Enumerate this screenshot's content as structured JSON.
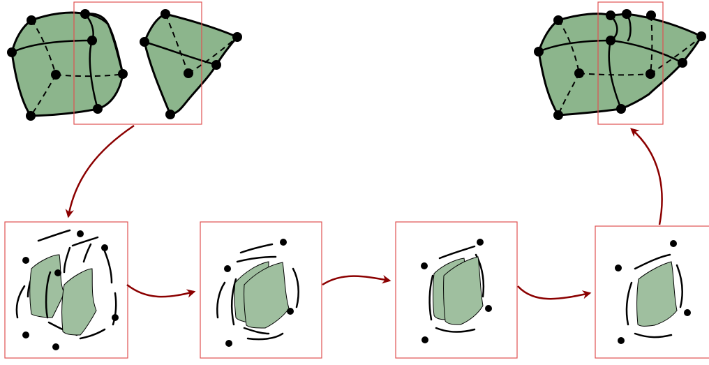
{
  "diagram": {
    "description": "",
    "colors": {
      "fill_dark": "#8cb58c",
      "fill_light": "#9fbf9f",
      "outline": "#000000",
      "frame": "#e05050",
      "arrow": "#8b0000",
      "node": "#000000",
      "background": "#ffffff"
    },
    "stages": [
      {
        "id": "top-left-meshes"
      },
      {
        "id": "panel-1"
      },
      {
        "id": "panel-2"
      },
      {
        "id": "panel-3"
      },
      {
        "id": "panel-4"
      },
      {
        "id": "top-right-merged-mesh"
      }
    ]
  }
}
